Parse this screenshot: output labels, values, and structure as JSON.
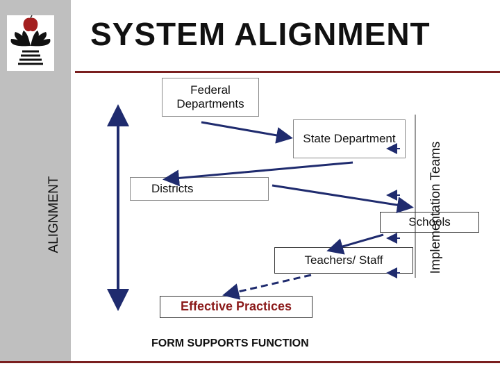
{
  "title": "SYSTEM ALIGNMENT",
  "boxes": {
    "federal": "Federal Departments",
    "state": "State Department",
    "districts": "Districts",
    "schools": "Schools",
    "teachers": "Teachers/ Staff",
    "effective": "Effective Practices"
  },
  "side_label_left": "ALIGNMENT",
  "side_label_right": "Implementation Teams",
  "footer": "FORM SUPPORTS FUNCTION",
  "colors": {
    "sidebar": "#bfbfbf",
    "accent": "#7a1f1f",
    "arrow": "#1f2b6e",
    "effective_text": "#8b1a1a"
  },
  "icons": [
    "seal-logo-icon"
  ]
}
